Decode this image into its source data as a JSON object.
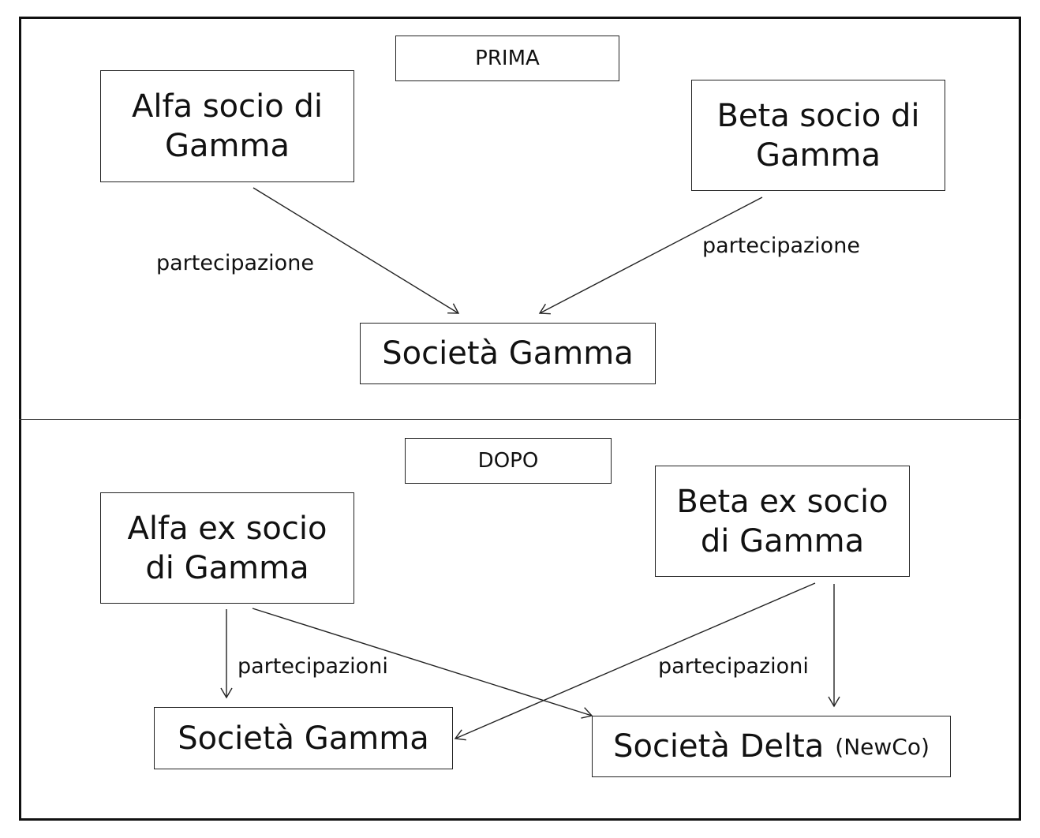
{
  "diagram": {
    "sections": {
      "before": {
        "title": "PRIMA",
        "nodes": {
          "alfa": "Alfa socio di\nGamma",
          "beta": "Beta socio di\nGamma",
          "gamma": "Società Gamma"
        },
        "edges": [
          {
            "from": "alfa",
            "to": "gamma",
            "label": "partecipazione"
          },
          {
            "from": "beta",
            "to": "gamma",
            "label": "partecipazione"
          }
        ]
      },
      "after": {
        "title": "DOPO",
        "nodes": {
          "alfa": "Alfa ex socio\ndi Gamma",
          "beta": "Beta ex socio\ndi Gamma",
          "gamma": "Società Gamma",
          "delta": "Società Delta",
          "delta_note": "(NewCo)"
        },
        "edges": [
          {
            "from": "alfa",
            "to": "gamma",
            "label": "partecipazioni"
          },
          {
            "from": "alfa",
            "to": "delta",
            "label": ""
          },
          {
            "from": "beta",
            "to": "gamma",
            "label": ""
          },
          {
            "from": "beta",
            "to": "delta",
            "label": "partecipazioni"
          }
        ]
      }
    }
  }
}
